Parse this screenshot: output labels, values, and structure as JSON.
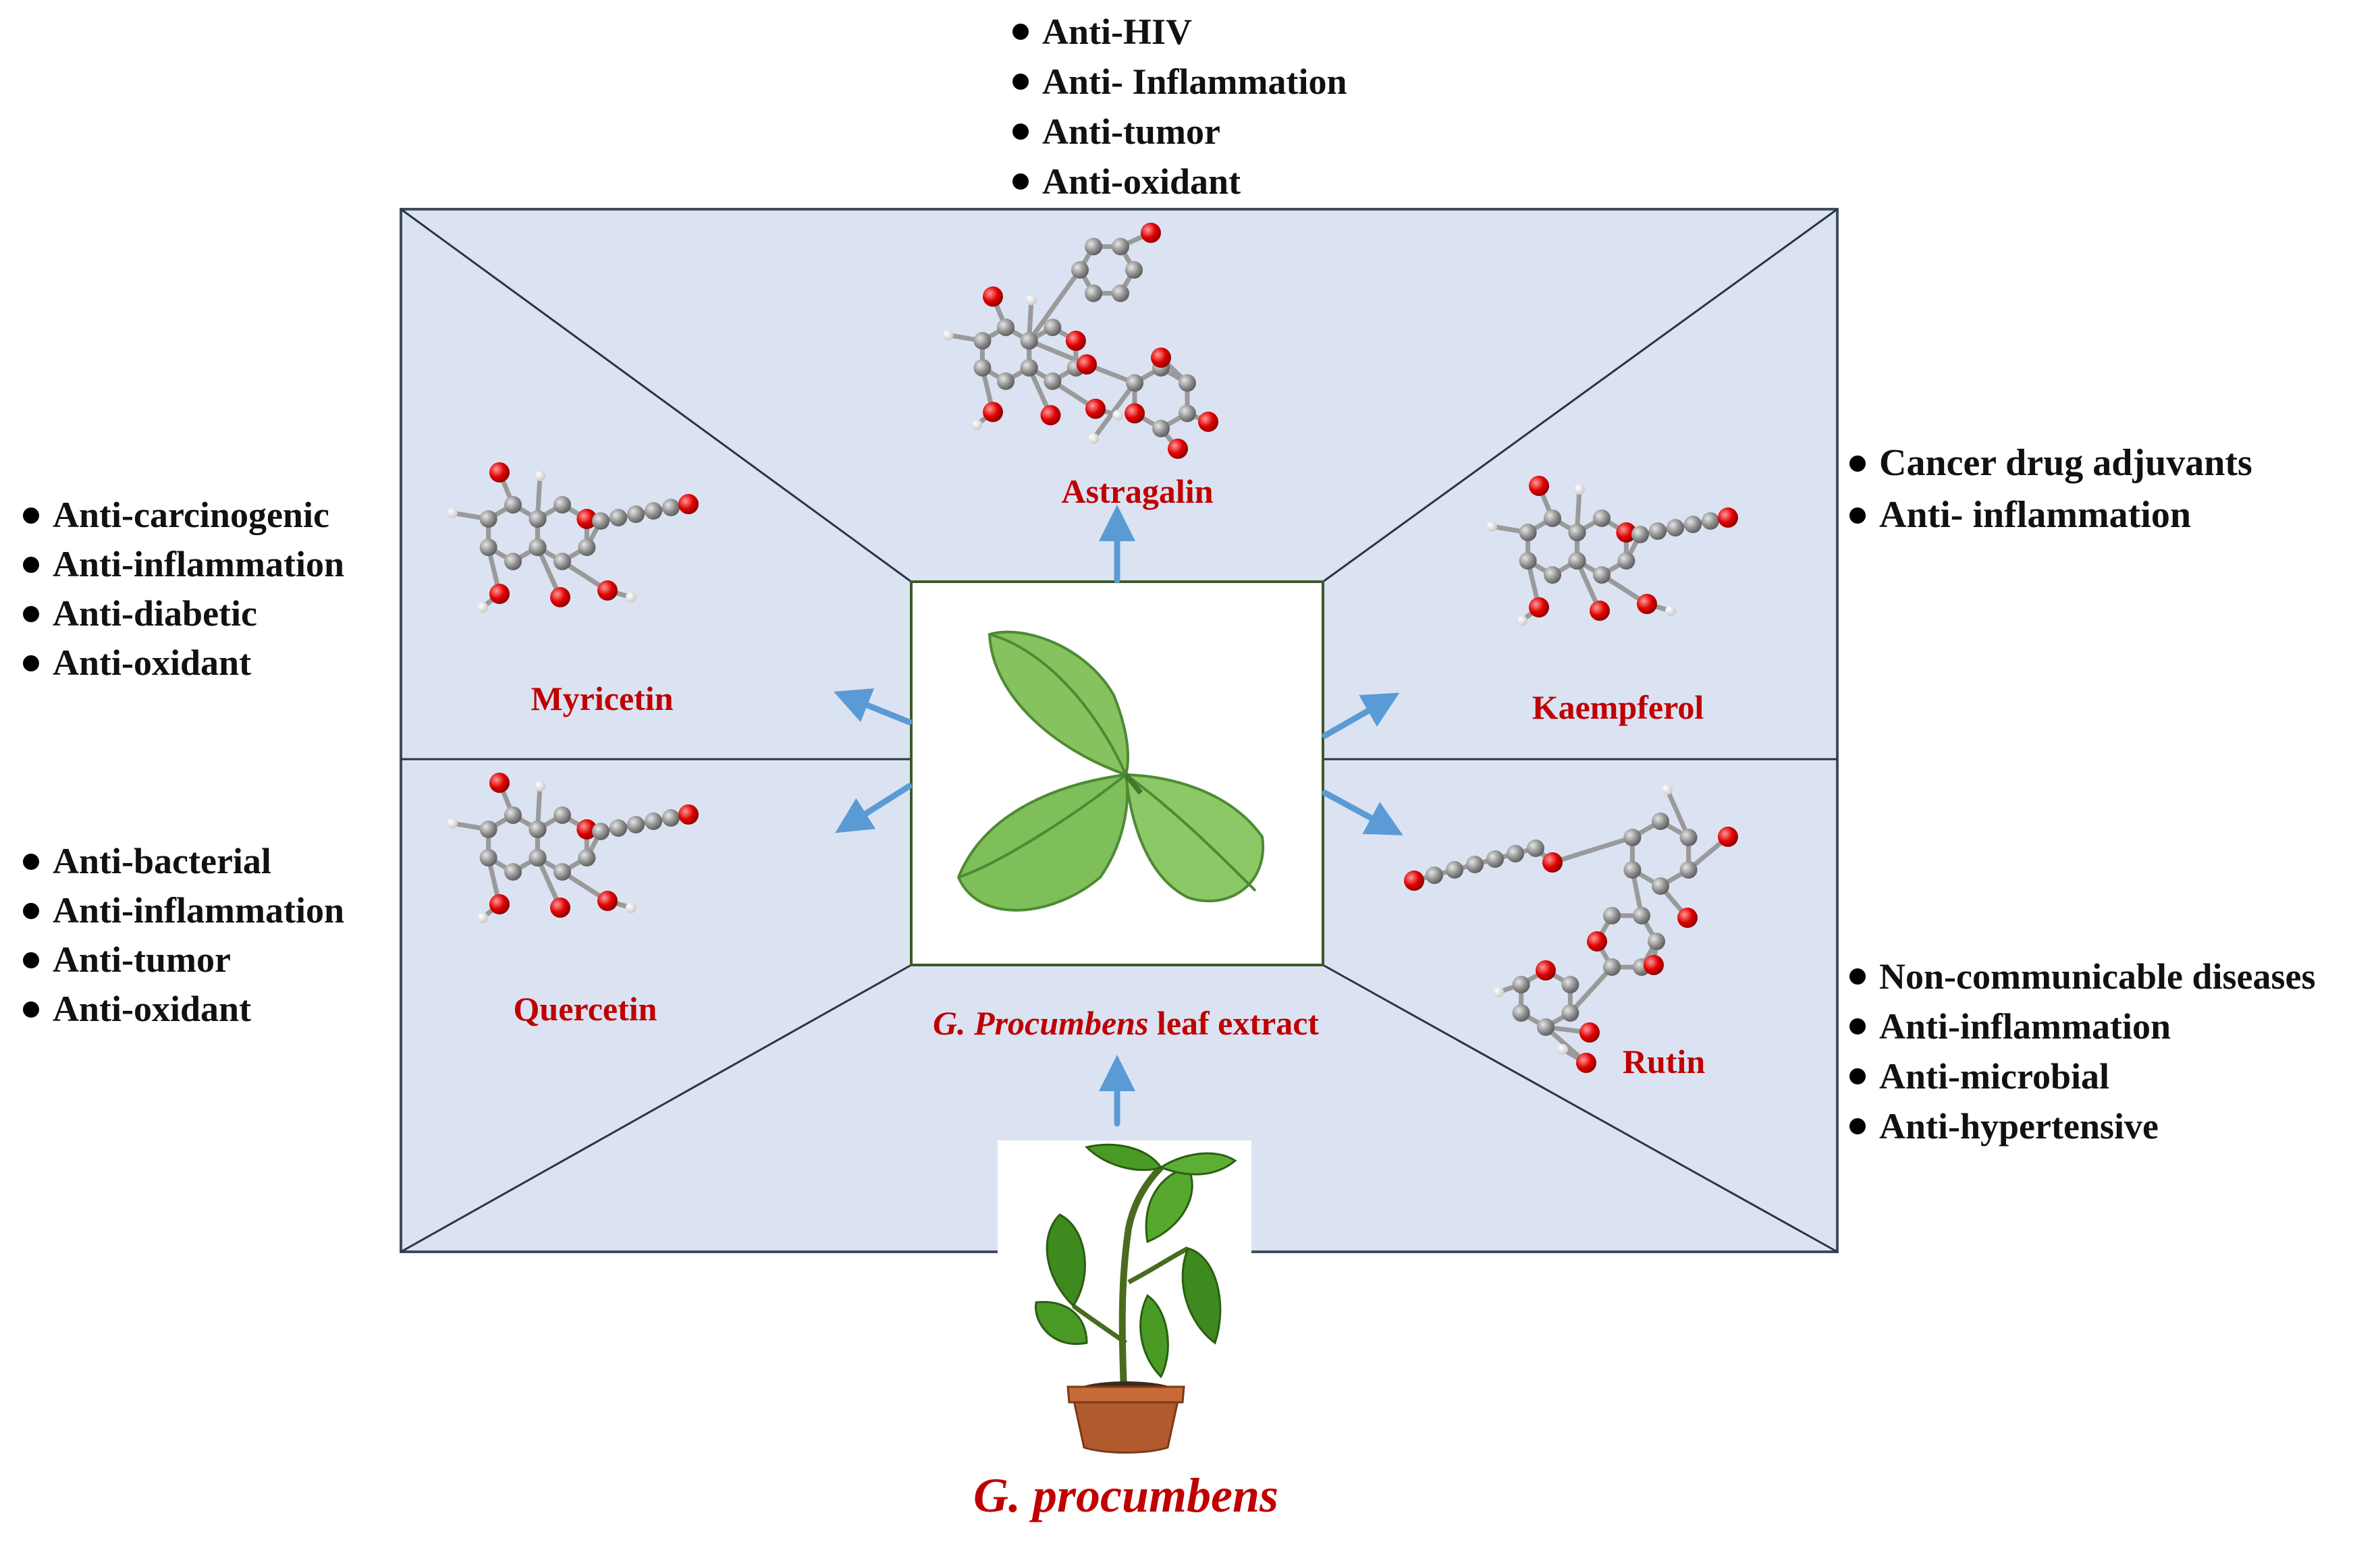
{
  "compounds": {
    "astragalin": {
      "name": "Astragalin",
      "activities": [
        "Anti-HIV",
        "Anti- Inflammation",
        "Anti-tumor",
        "Anti-oxidant"
      ]
    },
    "myricetin": {
      "name": "Myricetin",
      "activities": [
        "Anti-carcinogenic",
        "Anti-inflammation",
        "Anti-diabetic",
        "Anti-oxidant"
      ]
    },
    "quercetin": {
      "name": "Quercetin",
      "activities": [
        "Anti-bacterial",
        "Anti-inflammation",
        "Anti-tumor",
        "Anti-oxidant"
      ]
    },
    "kaempferol": {
      "name": "Kaempferol",
      "activities": [
        "Cancer drug adjuvants",
        "Anti- inflammation"
      ]
    },
    "rutin": {
      "name": "Rutin",
      "activities": [
        "Non-communicable diseases",
        "Anti-inflammation",
        "Anti-microbial",
        "Anti-hypertensive"
      ]
    }
  },
  "extract_label": {
    "species": "G. Procumbens",
    "rest": " leaf extract"
  },
  "plant_label": "G. procumbens",
  "colors": {
    "panel": "#dbe3f2",
    "panel_stroke": "#3f4b5c",
    "arrow": "#5b9bd5",
    "label_red": "#c00000",
    "leaf": "#7fbf5a",
    "atom_carbon": "#8c8c8c",
    "atom_oxygen": "#e00000"
  },
  "icons": [
    "strawberry-leaf-icon",
    "potted-plant-icon",
    "molecule-icon",
    "bullet-icon"
  ]
}
